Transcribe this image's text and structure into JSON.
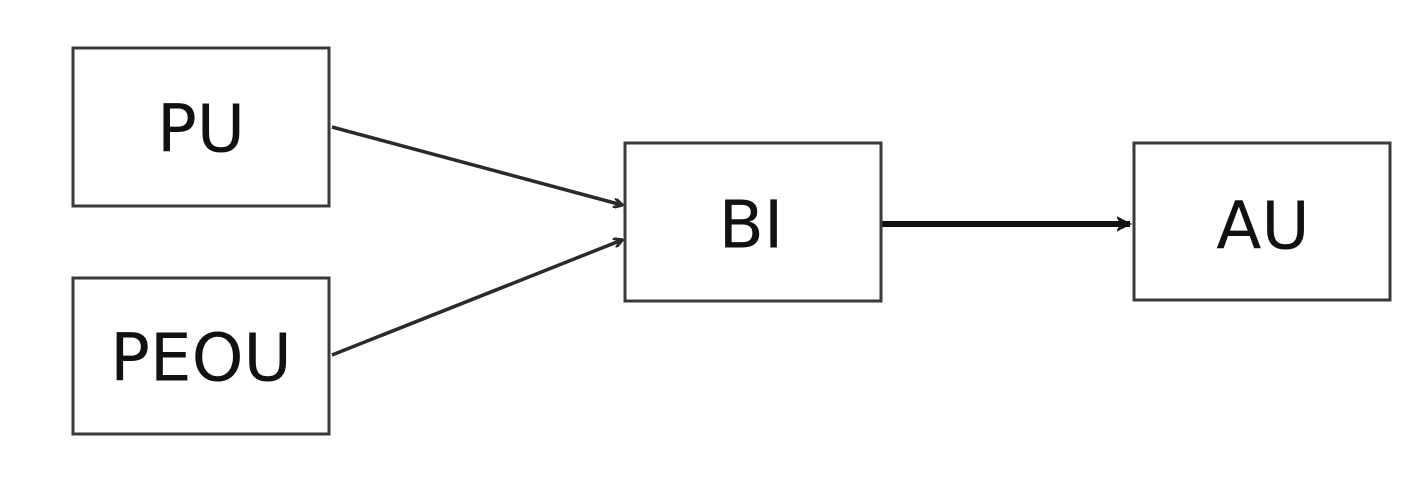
{
  "diagram": {
    "nodes": [
      {
        "id": "pu",
        "label": "PU"
      },
      {
        "id": "peou",
        "label": "PEOU"
      },
      {
        "id": "bi",
        "label": "BI"
      },
      {
        "id": "au",
        "label": "AU"
      }
    ],
    "edges": [
      {
        "from": "pu",
        "to": "bi"
      },
      {
        "from": "peou",
        "to": "bi"
      },
      {
        "from": "bi",
        "to": "au"
      }
    ]
  }
}
